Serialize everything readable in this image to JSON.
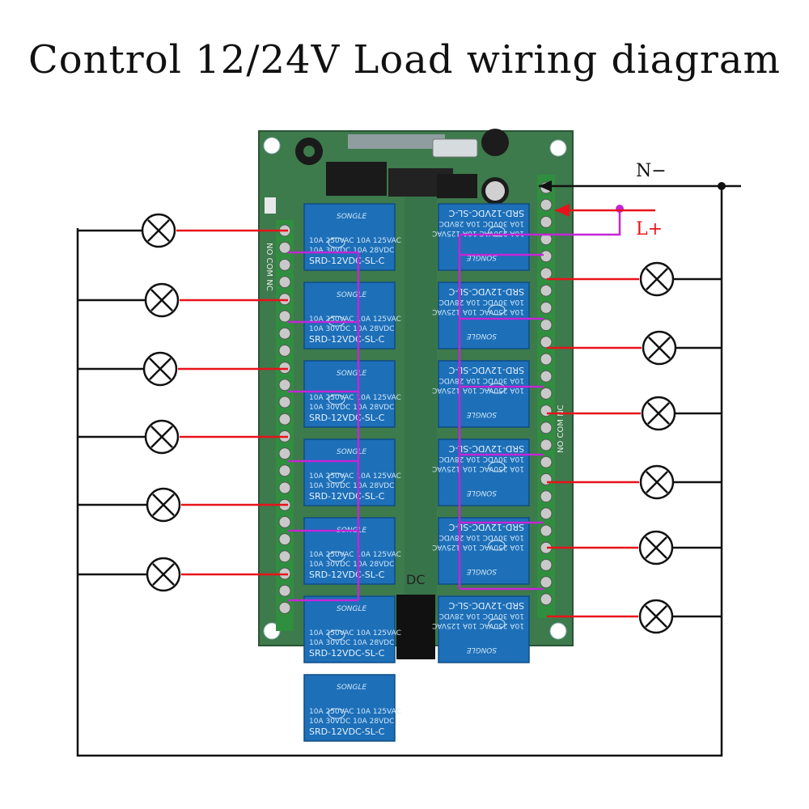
{
  "title": "Control 12/24V Load wiring diagram",
  "labels": {
    "negative": "N−",
    "positive": "L+",
    "dc": "DC"
  },
  "board": {
    "side_label_left": "NO COM NC",
    "side_label_right": "NO COM NC",
    "relays": {
      "brand": "SONGLE",
      "rating_ac": "10A 250VAC  10A 125VAC",
      "rating_dc": "10A 30VDC  10A 28VDC",
      "model": "SRD-12VDC-SL-C",
      "left_count": 7,
      "right_count": 6
    }
  },
  "loads": {
    "left_count": 6,
    "right_count": 6,
    "icon": "lamp-icon"
  },
  "colors": {
    "wire_black": "#111111",
    "wire_red": "#e8121a",
    "wire_magenta": "#c426d6",
    "pcb_green": "#3d7a4c",
    "relay_blue": "#1d6fb8",
    "terminal_green": "#2f8f3f"
  }
}
